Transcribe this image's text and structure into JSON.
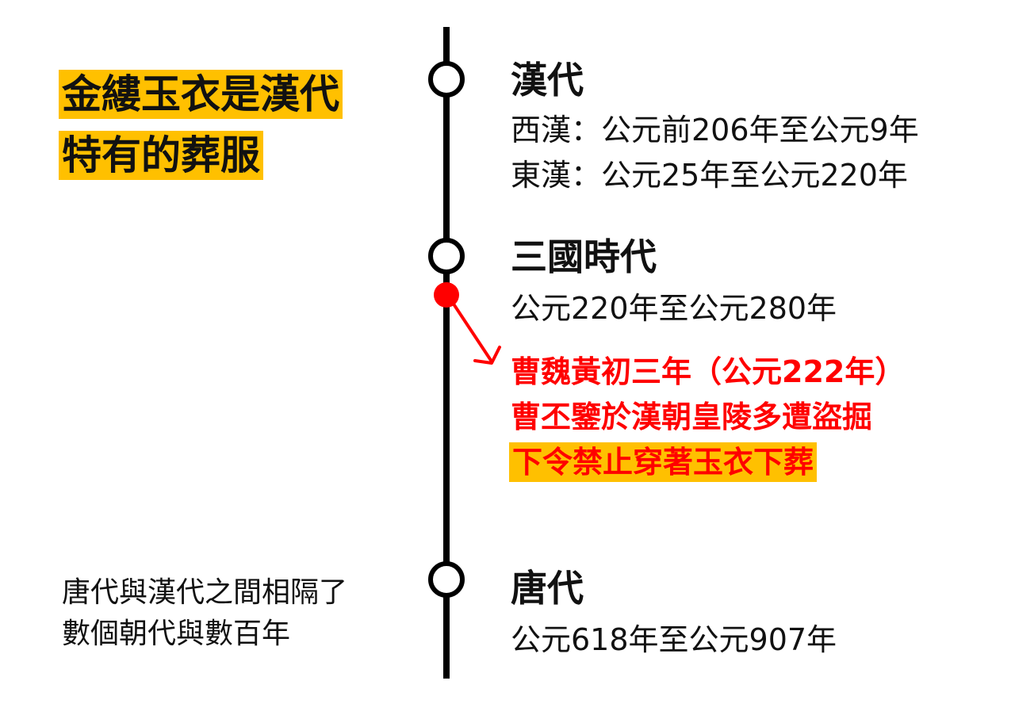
{
  "headline": {
    "lines": [
      "金縷玉衣是漢代",
      "特有的葬服"
    ],
    "highlight_color": "#FFC000"
  },
  "eras": [
    {
      "title": "漢代",
      "details": [
        "西漢：公元前206年至公元9年",
        "東漢：公元25年至公元220年"
      ]
    },
    {
      "title": "三國時代",
      "details": [
        "公元220年至公元280年"
      ]
    },
    {
      "title": "唐代",
      "details": [
        "公元618年至公元907年"
      ]
    }
  ],
  "event": {
    "lines": [
      "曹魏黃初三年（公元222年）",
      "曹丕鑒於漢朝皇陵多遭盜掘",
      "下令禁止穿著玉衣下葬"
    ],
    "text_color": "#FF0000",
    "marker_color": "#FF0000",
    "highlight_color": "#FFC000"
  },
  "note": {
    "lines": [
      "唐代與漢代之間相隔了",
      "數個朝代與數百年"
    ]
  }
}
